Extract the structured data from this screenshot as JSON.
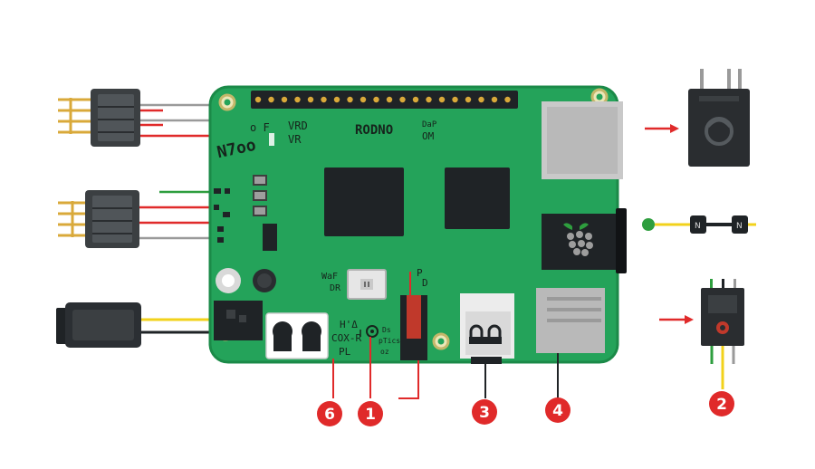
{
  "colors": {
    "board": "#24a35a",
    "board_edge": "#1b8a48",
    "chip": "#1f2326",
    "metal": "#c9c9c9",
    "callout": "#e02a2a",
    "wire_red": "#e02a2a",
    "wire_gray": "#9a9a9a",
    "wire_yellow": "#f2d21b",
    "wire_green": "#2e9e3e",
    "pin_gold": "#d9a93a"
  },
  "silkscreen": {
    "board_name": "RODNO",
    "side_label": "N7oo",
    "top_left_1": "o F",
    "top_left_2": "VR",
    "top_left_3": "VRD",
    "top_right_1": "DaP",
    "top_right_2": "OM",
    "wifi_1": "WaF",
    "wifi_2": "DR",
    "mid_1": "H'Δ",
    "mid_2": "COX-R",
    "mid_3": "PL",
    "mid_4": "Ds",
    "mid_5": "pTics",
    "mid_6": "oz",
    "pd_1": "P",
    "pd_2": "D",
    "inline_module": "N"
  },
  "icons": [
    "raspberry-logo-icon",
    "arrow-right-icon"
  ],
  "callouts": [
    {
      "id": "callout-6",
      "label": "6"
    },
    {
      "id": "callout-1",
      "label": "1"
    },
    {
      "id": "callout-3",
      "label": "3"
    },
    {
      "id": "callout-4",
      "label": "4"
    },
    {
      "id": "callout-2",
      "label": "2"
    }
  ]
}
